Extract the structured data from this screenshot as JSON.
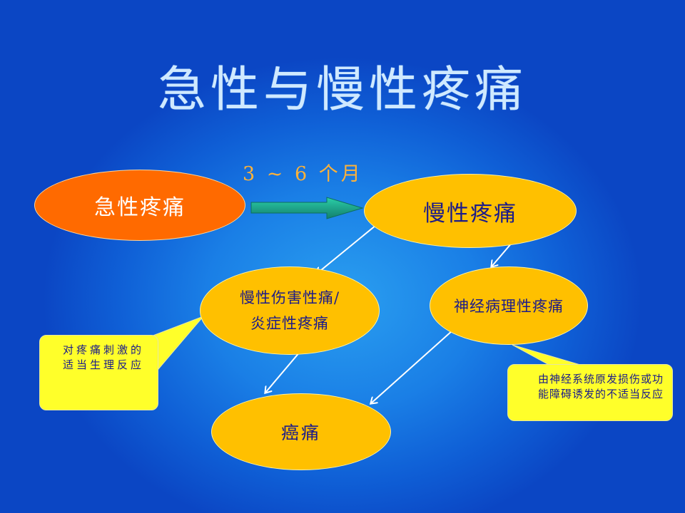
{
  "slide": {
    "title": "急性与慢性疼痛",
    "period_label": "3 ~ 6 个月",
    "nodes": {
      "acute": "急性疼痛",
      "chronic": "慢性疼痛",
      "injury_line1": "慢性伤害性痛/",
      "injury_line2": "炎症性疼痛",
      "neuro": "神经病理性疼痛",
      "cancer": "癌痛"
    },
    "callouts": {
      "left": "对疼痛刺激的适当生理反应",
      "right": "由神经系统原发损伤或功能障碍诱发的不适当反应"
    }
  },
  "colors": {
    "background": "#0f5fd6",
    "acute_fill": "#ff6a00",
    "node_fill": "#ffc000",
    "callout_fill": "#ffff2a",
    "node_text": "#1b1b8a",
    "title_text": "#cfe9ff",
    "period_text": "#ffb238",
    "arrow_fill": "#1fa58a"
  }
}
